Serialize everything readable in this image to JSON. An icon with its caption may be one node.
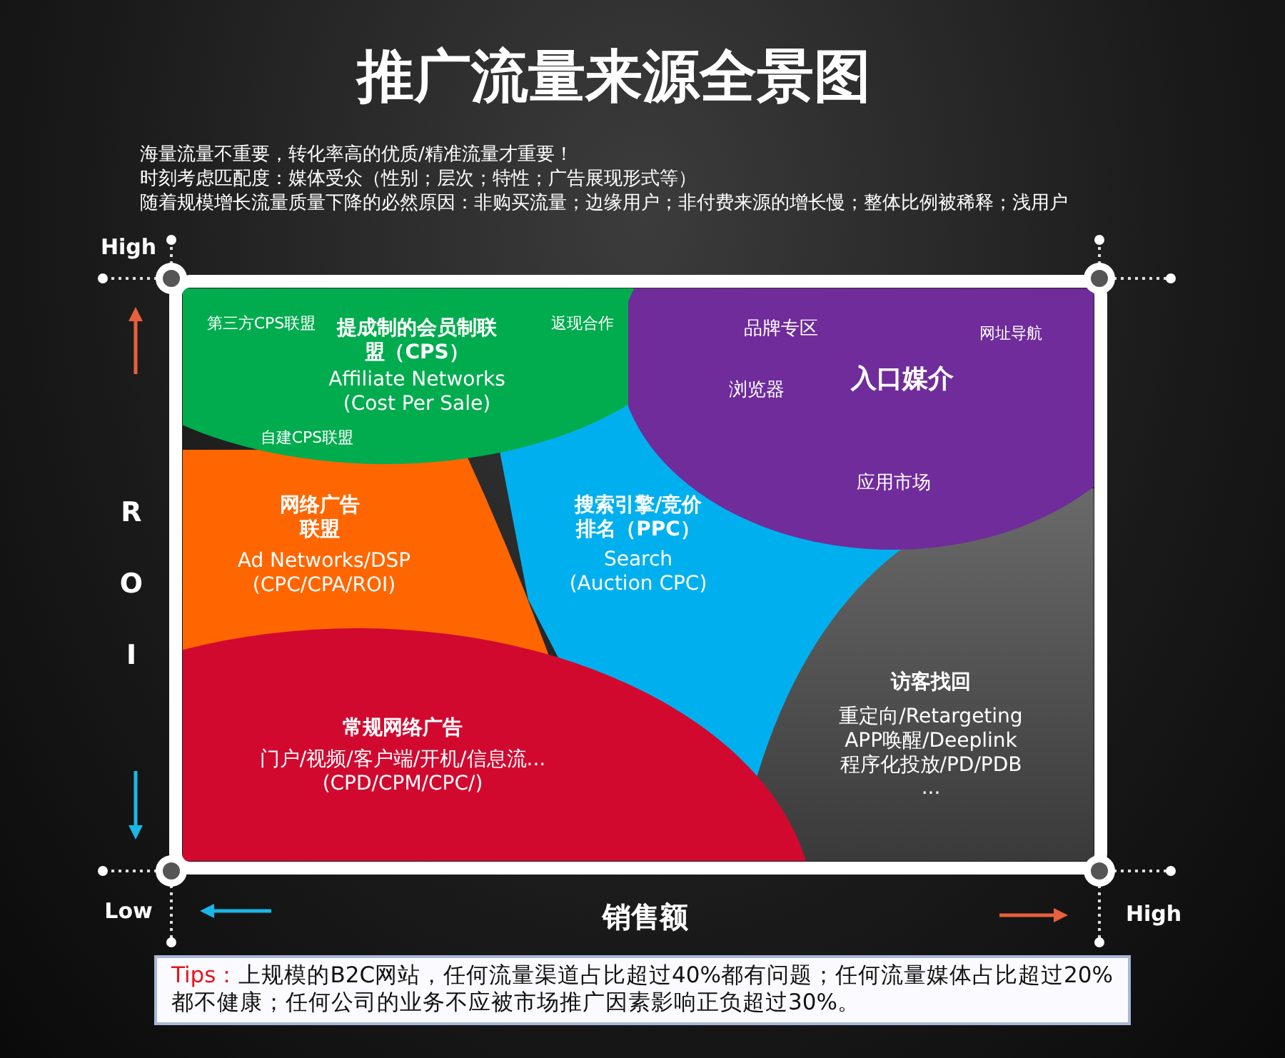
{
  "diagram": {
    "title": "推广流量来源全景图",
    "nodes": [
      {
        "text": [
          "提成制的会员制联盟（CPS）",
          "Affiliate Networks (Cost Per Sale)",
          "第三方CPS联盟",
          "返现合作",
          "自建CPS联盟"
        ]
      },
      {
        "text": [
          "入口媒介",
          "品牌专区",
          "网址导航",
          "浏览器",
          "应用市场"
        ]
      },
      {
        "text": [
          "网络广告联盟",
          "Ad Networks/DSP (CPC/CPA/ROI)"
        ]
      },
      {
        "text": [
          "搜索引擎/竞价排名（PPC）",
          "Search (Auction CPC)"
        ]
      },
      {
        "text": [
          "常规网络广告",
          "门户/视频/客户端/开机/信息流... (CPD/CPM/CPC/)"
        ]
      },
      {
        "text": [
          "访客找回",
          "重定向/Retargeting APP唤醒/Deeplink 程序化投放/PD/PDB ..."
        ]
      }
    ],
    "labels": [
      "海量流量不重要，转化率高的优质/精准流量才重要！",
      "时刻考虑匹配度：媒体受众（性别；层次；特性；广告展现形式等）",
      "随着规模增长流量质量下降的必然原因：非购买流量；边缘用户；非付费来源的增长慢；整体比例被稀释；浅用户",
      "High",
      "R",
      "O",
      "I",
      "Low",
      "销售额",
      "High",
      "Tips：",
      "上规模的B2C网站，任何流量渠道占比超过40%都有问题；任何流量媒体占比超过20%都不健康；任何公司的业务不应被市场推广因素影响正负超过30%。"
    ]
  }
}
